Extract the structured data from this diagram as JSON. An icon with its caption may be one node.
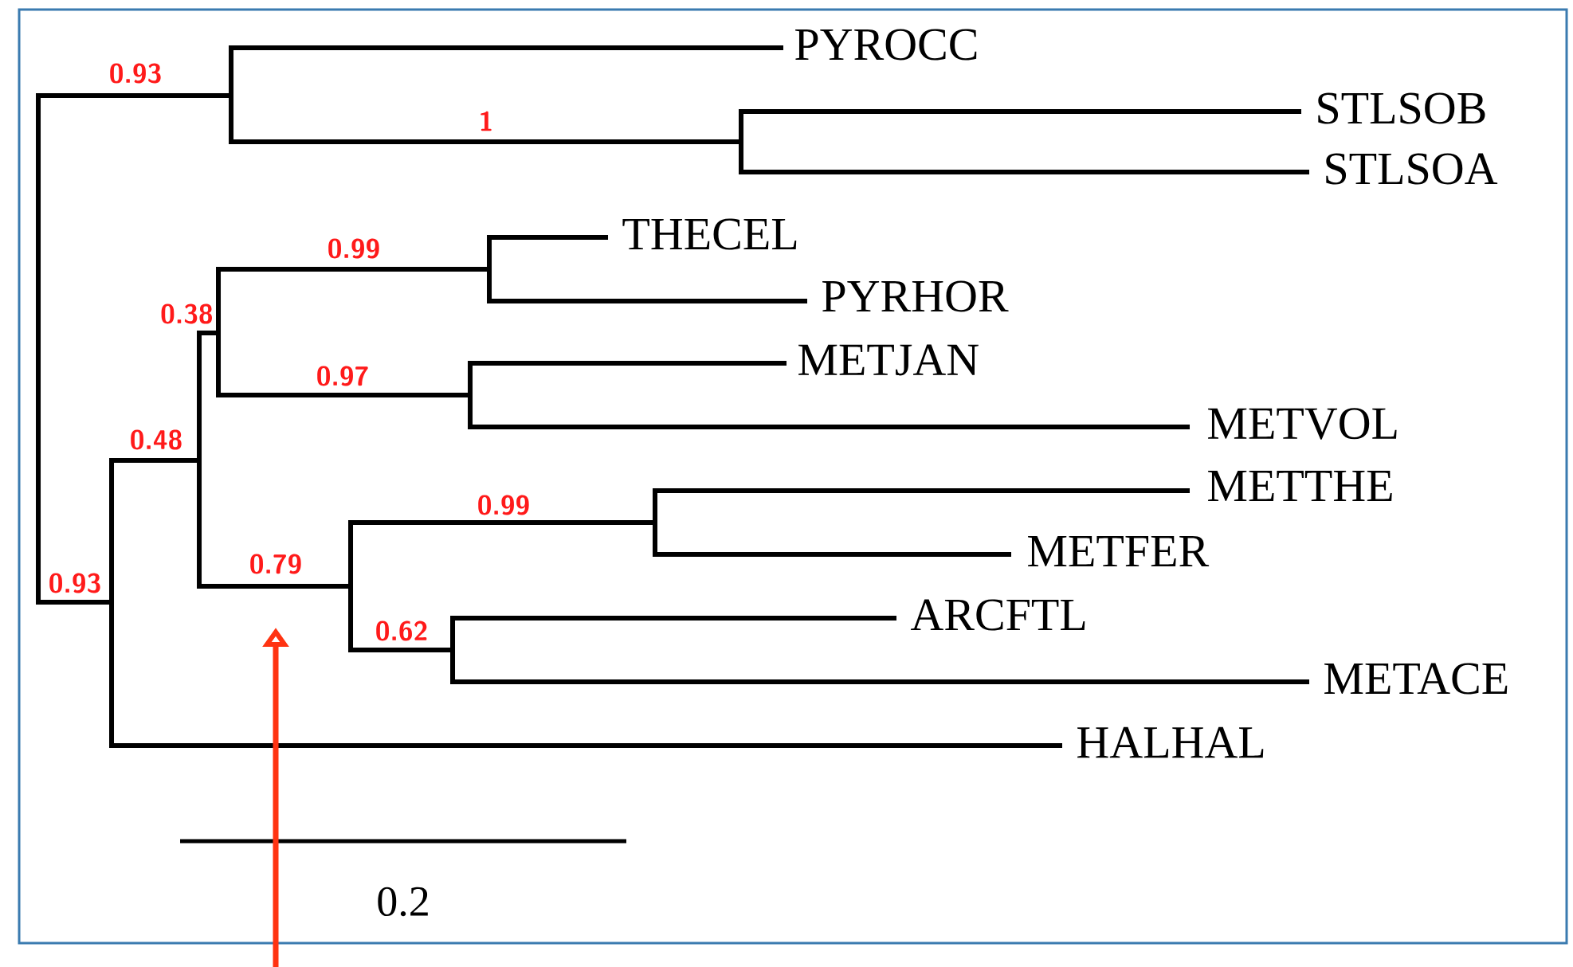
{
  "diagram": {
    "labels": [
      "PYROCC",
      "0.93",
      "STLSOB",
      "1",
      "STLSOA",
      "THECEL",
      "0.99",
      "PYRHOR",
      "0.38",
      "METJAN",
      "0.97",
      "METVOL",
      "0.48",
      "METTHE",
      "0.99",
      "METFER",
      "0.79",
      "0.93",
      "ARCFTL",
      "0.62",
      "METACE",
      "HALHAL",
      "0.2"
    ]
  }
}
